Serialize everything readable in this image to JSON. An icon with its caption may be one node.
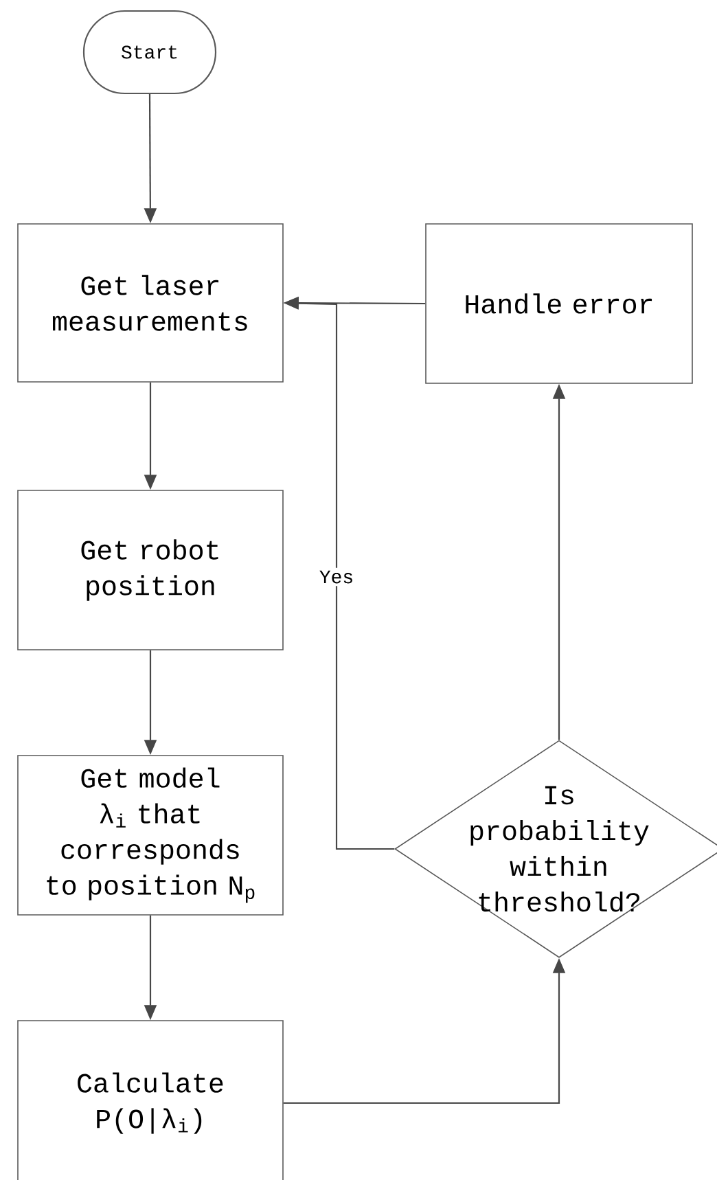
{
  "diagram": {
    "nodes": [
      {
        "text": [
          "Start"
        ]
      },
      {
        "text": [
          "Get laser measurements"
        ]
      },
      {
        "text": [
          "Handle error"
        ]
      },
      {
        "text": [
          "Get robot position"
        ]
      },
      {
        "text": [
          "Get model λ$_{i}$ that corresponds to position N$_{p}$"
        ]
      },
      {
        "text": [
          "Is probability within threshold?"
        ]
      },
      {
        "text": [
          "Calculate P(O|λ$_{i}$)"
        ]
      }
    ],
    "edges": [
      {
        "from": 0,
        "to": 1,
        "arrow": "to"
      },
      {
        "from": 1,
        "to": 3,
        "arrow": "to"
      },
      {
        "from": 3,
        "to": 4,
        "arrow": "to"
      },
      {
        "from": 4,
        "to": 6,
        "arrow": "to"
      },
      {
        "from": 6,
        "to": 5,
        "arrow": "to"
      },
      {
        "from": 5,
        "to": 2,
        "arrow": "to"
      },
      {
        "from": 5,
        "to": 1,
        "arrow": "to",
        "label": "Yes"
      },
      {
        "from": 2,
        "to": 1,
        "arrow": "to"
      }
    ]
  }
}
